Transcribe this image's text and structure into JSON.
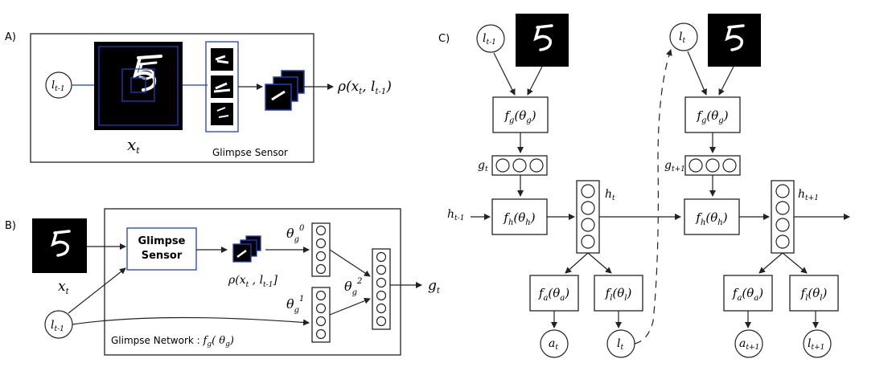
{
  "panel_a": {
    "label": "A)",
    "loc_in": "l",
    "loc_in_sub": "t-1",
    "image_label": "x",
    "image_label_sub": "t",
    "output": "ρ(x",
    "output_sub1": "t",
    "output_mid": ", l",
    "output_sub2": "t-1",
    "output_end": ")",
    "caption": "Glimpse Sensor"
  },
  "panel_b": {
    "label": "B)",
    "image_label": "x",
    "image_label_sub": "t",
    "loc_in": "l",
    "loc_in_sub": "t-1",
    "sensor_line1": "Glimpse",
    "sensor_line2": "Sensor",
    "rho_text": "ρ(x",
    "rho_sub1": "t",
    "rho_mid": " , l",
    "rho_sub2": "t-1",
    "rho_end": "]",
    "theta0": "θ",
    "theta0_sub": "g",
    "theta0_sup": "0",
    "theta1": "θ",
    "theta1_sub": "g",
    "theta1_sup": "1",
    "theta2": "θ",
    "theta2_sub": "g",
    "theta2_sup": "2",
    "output": "g",
    "output_sub": "t",
    "caption_prefix": "Glimpse Network : ",
    "caption_f": "f",
    "caption_f_sub": "g",
    "caption_arg": "( θ",
    "caption_arg_sub": "g",
    "caption_end": ")"
  },
  "panel_c": {
    "label": "C)",
    "left": {
      "loc_in": "l",
      "loc_in_sub": "t-1",
      "fg": "f",
      "fg_sub": "g",
      "fg_arg": "(θ",
      "fg_arg_sub": "g",
      "fg_end": ")",
      "g": "g",
      "g_sub": "t",
      "h_in": "h",
      "h_in_sub": "t-1",
      "fh": "f",
      "fh_sub": "h",
      "fh_arg": "(θ",
      "fh_arg_sub": "h",
      "fh_end": ")",
      "h_out": "h",
      "h_out_sub": "t",
      "fa": "f",
      "fa_sub": "a",
      "fa_arg": "(θ",
      "fa_arg_sub": "a",
      "fa_end": ")",
      "fl": "f",
      "fl_sub": "l",
      "fl_arg": "(θ",
      "fl_arg_sub": "l",
      "fl_end": ")",
      "a": "a",
      "a_sub": "t",
      "l": "l",
      "l_sub": "t"
    },
    "right": {
      "loc_in": "l",
      "loc_in_sub": "t",
      "fg": "f",
      "fg_sub": "g",
      "fg_arg": "(θ",
      "fg_arg_sub": "g",
      "fg_end": ")",
      "g": "g",
      "g_sub": "t+1",
      "fh": "f",
      "fh_sub": "h",
      "fh_arg": "(θ",
      "fh_arg_sub": "h",
      "fh_end": ")",
      "h_out": "h",
      "h_out_sub": "t+1",
      "fa": "f",
      "fa_sub": "a",
      "fa_arg": "(θ",
      "fa_arg_sub": "a",
      "fa_end": ")",
      "fl": "f",
      "fl_sub": "l",
      "fl_arg": "(θ",
      "fl_arg_sub": "l",
      "fl_end": ")",
      "a": "a",
      "a_sub": "t+1",
      "l": "l",
      "l_sub": "t+1"
    }
  }
}
